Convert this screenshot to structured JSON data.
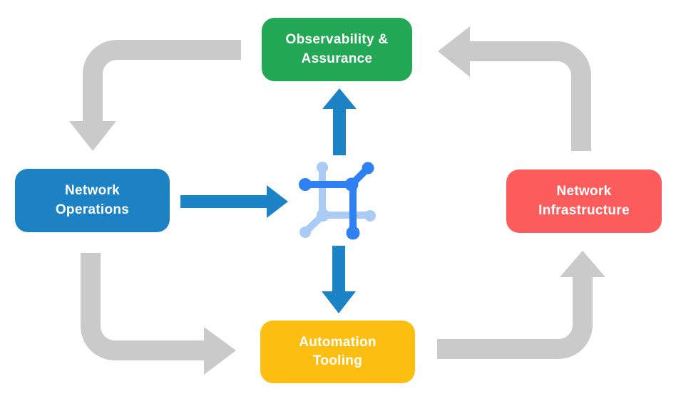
{
  "diagram_name": "network-automation-cycle",
  "nodes": {
    "observability": {
      "label": "Observability &\nAssurance",
      "color": "#22A855"
    },
    "operations": {
      "label": "Network\nOperations",
      "color": "#1C82C4"
    },
    "infrastructure": {
      "label": "Network\nInfrastructure",
      "color": "#FD5C5C"
    },
    "automation": {
      "label": "Automation\nTooling",
      "color": "#FDBE12"
    }
  },
  "hub": {
    "icon": "network-mesh-icon"
  },
  "edges": [
    {
      "from": "observability",
      "to": "operations",
      "style": "gray-cycle-arrow"
    },
    {
      "from": "operations",
      "to": "automation",
      "style": "gray-cycle-arrow"
    },
    {
      "from": "automation",
      "to": "infrastructure",
      "style": "gray-cycle-arrow"
    },
    {
      "from": "infrastructure",
      "to": "observability",
      "style": "gray-cycle-arrow"
    },
    {
      "from": "operations",
      "to": "hub",
      "style": "blue-arrow"
    },
    {
      "from": "hub",
      "to": "observability",
      "style": "blue-arrow"
    },
    {
      "from": "hub",
      "to": "automation",
      "style": "blue-arrow"
    }
  ],
  "colors": {
    "background": "#FFFFFF",
    "arrow_gray": "#CACACA",
    "arrow_blue": "#1C84C6",
    "icon_blue_dark": "#2F80F0",
    "icon_blue_light": "#A9CBF6",
    "label_text": "#FFFFFF"
  }
}
